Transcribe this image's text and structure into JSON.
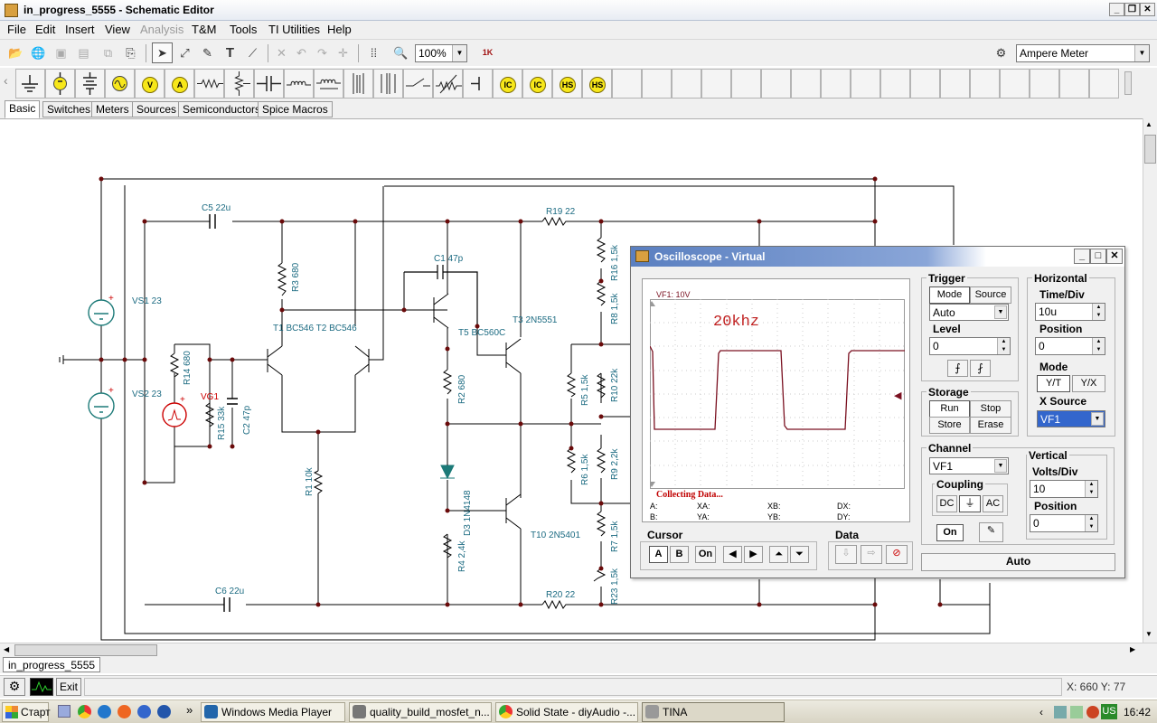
{
  "window": {
    "title": "in_progress_5555 - Schematic Editor"
  },
  "menu": [
    "File",
    "Edit",
    "Insert",
    "View",
    "Analysis",
    "T&M",
    "Tools",
    "TI Utilities",
    "Help"
  ],
  "menu_disabled": [
    "Analysis"
  ],
  "toolbar": {
    "zoom": "100%",
    "meter_select": "Ampere Meter"
  },
  "component_tabs": [
    "Basic",
    "Switches",
    "Meters",
    "Sources",
    "Semiconductors",
    "Spice Macros"
  ],
  "active_tab": "Basic",
  "component_icons": [
    "ground-icon",
    "battery-icon",
    "multi-battery-icon",
    "ac-source-icon",
    "voltage-generator-icon",
    "ammeter-icon",
    "resistor-icon",
    "potentiometer-icon",
    "capacitor-icon",
    "inductor-icon",
    "variable-inductor-icon",
    "transformer-icon",
    "transformer-core-icon",
    "switch-icon",
    "varistor-icon",
    "diode-bar-icon",
    "current-controlled-icon",
    "current-controlled2-icon",
    "hs-icon",
    "hs2-icon"
  ],
  "schematic": {
    "labels": {
      "c5": "C5 22u",
      "r19": "R19 22",
      "c1": "C1 47p",
      "vs1": "VS1 23",
      "vs2": "VS2 23",
      "r3": "R3 680",
      "t1t2": "T1 BC546 T2 BC546",
      "r14": "R14 680",
      "vg1": "VG1",
      "r15": "R15 33k",
      "c2": "C2 47p",
      "t5": "T5 BC560C",
      "t3": "T3 2N5551",
      "r16": "R16 1,5k",
      "r8": "R8 1,5k",
      "r2": "R2 680",
      "r5": "R5 1,5k",
      "r10": "R10 22k",
      "r6": "R6 1,5k",
      "r9": "R9 2,2k",
      "r1": "R1 10k",
      "d3": "D3 1N4148",
      "t10": "T10 2N5401",
      "r4": "R4 2,4k",
      "r7": "R7 1,5k",
      "r23": "R23 1,5k",
      "c6": "C6 22u",
      "r20": "R20 22"
    }
  },
  "oscilloscope": {
    "title": "Oscilloscope - Virtual",
    "screen": {
      "channel_label": "VF1: 10V",
      "annotation": "20khz",
      "status": "Collecting Data...",
      "readouts": [
        "A:",
        "XA:",
        "XB:",
        "DX:",
        "B:",
        "YA:",
        "YB:",
        "DY:"
      ]
    },
    "trigger": {
      "title": "Trigger",
      "mode_label": "Mode",
      "source_label": "Source",
      "mode_value": "Auto",
      "level_label": "Level",
      "level_value": "0"
    },
    "horizontal": {
      "title": "Horizontal",
      "time_div_label": "Time/Div",
      "time_div_value": "10u",
      "position_label": "Position",
      "position_value": "0",
      "mode_label": "Mode",
      "mode_yt": "Y/T",
      "mode_yx": "Y/X",
      "xsource_label": "X Source",
      "xsource_value": "VF1"
    },
    "storage": {
      "title": "Storage",
      "run": "Run",
      "stop": "Stop",
      "store": "Store",
      "erase": "Erase"
    },
    "channel": {
      "title": "Channel",
      "value": "VF1",
      "coupling_label": "Coupling",
      "dc": "DC",
      "ac": "AC",
      "on": "On"
    },
    "vertical": {
      "title": "Vertical",
      "volts_div_label": "Volts/Div",
      "volts_div_value": "10",
      "position_label": "Position",
      "position_value": "0"
    },
    "cursor": {
      "title": "Cursor",
      "a": "A",
      "b": "B",
      "on": "On"
    },
    "data": {
      "title": "Data"
    },
    "auto_button": "Auto",
    "trace_color": "#7a1020"
  },
  "doc_tab": "in_progress_5555",
  "status": {
    "exit": "Exit",
    "coords": "X: 660 Y: 77"
  },
  "taskbar": {
    "start": "Старт",
    "tasks": [
      "Windows Media Player",
      "quality_build_mosfet_n...",
      "Solid State - diyAudio -...",
      "TINA"
    ],
    "clock": "16:42",
    "lang": "US"
  }
}
